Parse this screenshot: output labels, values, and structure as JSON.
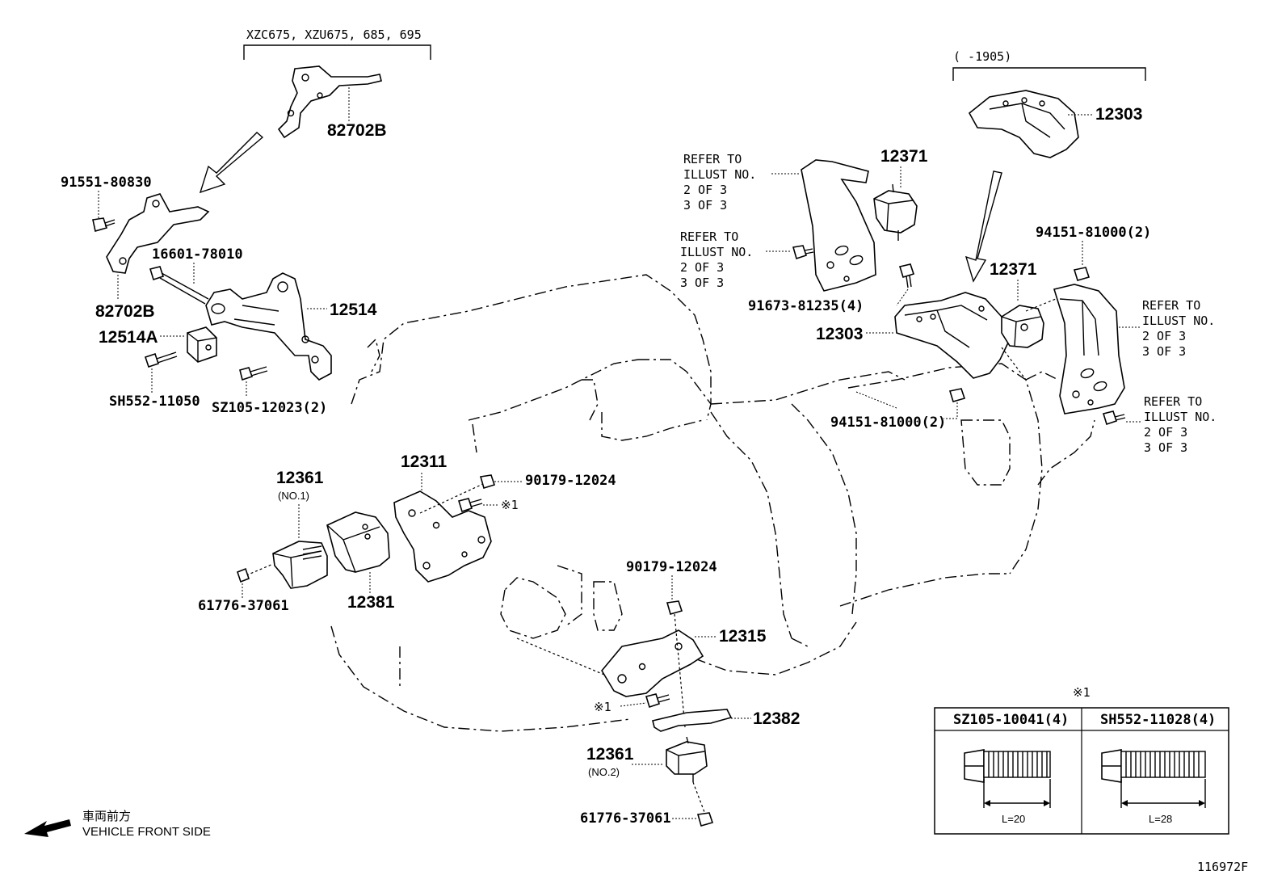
{
  "top_bracket_models": "XZC675, XZU675, 685, 695",
  "top_right_range": "(      -1905)",
  "diagram_id": "116972F",
  "front_side": {
    "jp": "車両前方",
    "en": "VEHICLE FRONT SIDE"
  },
  "refer_lines": [
    "REFER TO",
    "ILLUST NO.",
    "2 OF 3",
    "3 OF 3"
  ],
  "parts": {
    "p82702b_top": "82702B",
    "p82702b": "82702B",
    "p91551": "91551-80830",
    "p16601": "16601-78010",
    "p12514": "12514",
    "p12514a": "12514A",
    "psh552": "SH552-11050",
    "psz105": "SZ105-12023(2)",
    "p12361": "12361",
    "p12361_no1": "(NO.1)",
    "p12311": "12311",
    "p90179_a": "90179-12024",
    "pmark1_a": "※1",
    "p12381": "12381",
    "p61776_a": "61776-37061",
    "p90179_b": "90179-12024",
    "p12315": "12315",
    "pmark1_b": "※1",
    "p12382": "12382",
    "p12361_b": "12361",
    "p12361_no2": "(NO.2)",
    "p61776_b": "61776-37061",
    "p12303_top": "12303",
    "p12371_a": "12371",
    "p91673": "91673-81235(4)",
    "p12303": "12303",
    "p12371_b": "12371",
    "p94151_a": "94151-81000(2)",
    "p94151_b": "94151-81000(2)"
  },
  "bolt_table": {
    "mark": "※1",
    "col1": "SZ105-10041(4)",
    "col2": "SH552-11028(4)",
    "len1": "L=20",
    "len2": "L=28"
  }
}
